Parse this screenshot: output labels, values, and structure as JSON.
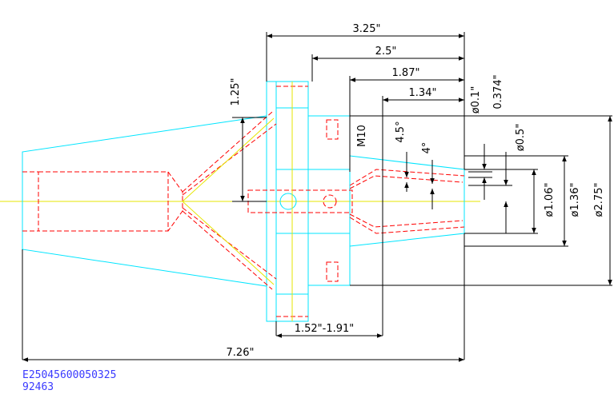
{
  "dimensions": {
    "overall_length": "7.26\"",
    "flange_to_end": "3.25\"",
    "length_2_5": "2.5\"",
    "length_1_87": "1.87\"",
    "length_1_34": "1.34\"",
    "flange_range": "1.52\"-1.91\"",
    "height_1_25": "1.25\"",
    "thread": "M10",
    "angle_4_5": "4.5°",
    "angle_4": "4°",
    "dia_0_1": "ø0.1\"",
    "dia_0_374": "0.374\"",
    "dia_0_5": "ø0.5\"",
    "dia_1_06": "ø1.06\"",
    "dia_1_36": "ø1.36\"",
    "dia_2_75": "ø2.75\""
  },
  "part_number": {
    "line1": "E25045600050325",
    "line2": "92463"
  },
  "colors": {
    "outline": "#00e5ff",
    "hidden": "#ff0000",
    "centerline": "#e6e600",
    "dimension": "#000000",
    "part_number": "#3a3aff"
  }
}
